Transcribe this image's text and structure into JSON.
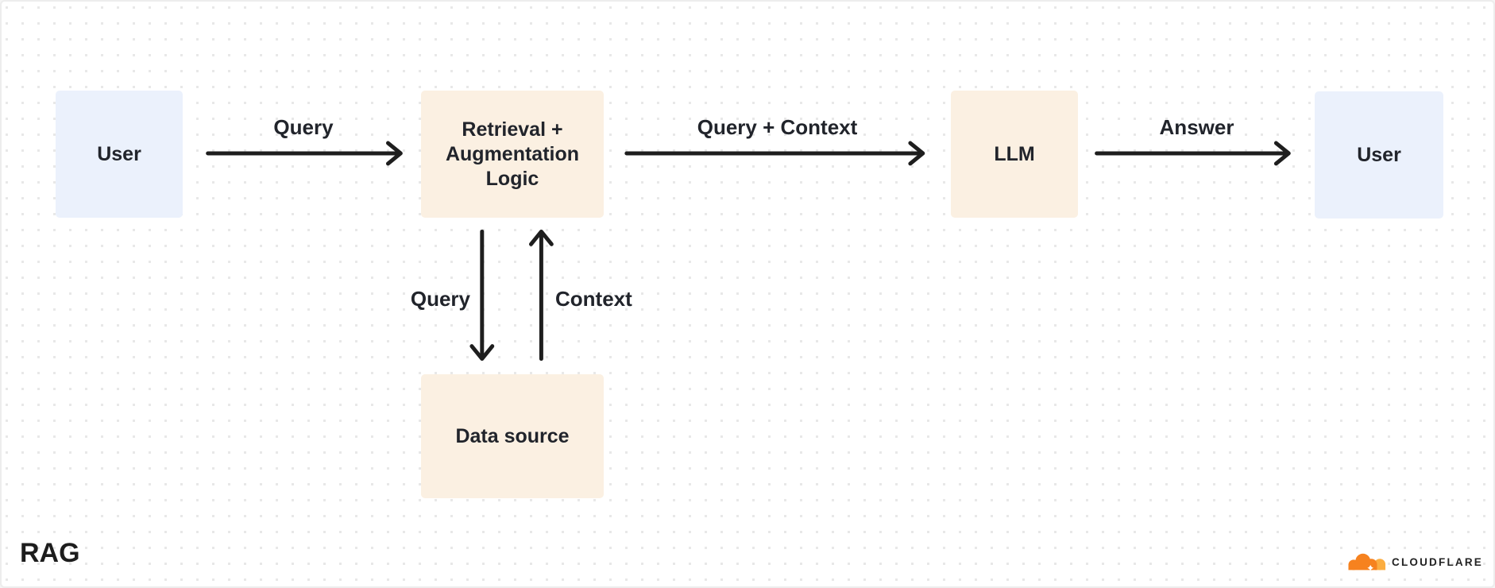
{
  "canvas": {
    "bg": "#ffffff",
    "dot_color": "#e8e8e8"
  },
  "diagram": {
    "title": "RAG",
    "nodes": [
      {
        "id": "user-left",
        "label": "User",
        "fill": "blue"
      },
      {
        "id": "retrieval-augmentation-logic",
        "label": "Retrieval + Augmentation Logic",
        "fill": "orange"
      },
      {
        "id": "llm",
        "label": "LLM",
        "fill": "orange"
      },
      {
        "id": "user-right",
        "label": "User",
        "fill": "blue"
      },
      {
        "id": "data-source",
        "label": "Data source",
        "fill": "orange"
      }
    ],
    "edges": [
      {
        "id": "user-to-retrieval",
        "from": "user-left",
        "to": "retrieval-augmentation-logic",
        "label": "Query"
      },
      {
        "id": "retrieval-to-llm",
        "from": "retrieval-augmentation-logic",
        "to": "llm",
        "label": "Query + Context"
      },
      {
        "id": "llm-to-user",
        "from": "llm",
        "to": "user-right",
        "label": "Answer"
      },
      {
        "id": "retrieval-to-datasource",
        "from": "retrieval-augmentation-logic",
        "to": "data-source",
        "label": "Query"
      },
      {
        "id": "datasource-to-retrieval",
        "from": "data-source",
        "to": "retrieval-augmentation-logic",
        "label": "Context"
      }
    ],
    "colors": {
      "node_blue": "#EBF1FC",
      "node_orange": "#FBF0E2",
      "arrow": "#1E1E1E",
      "text": "#21242B"
    }
  },
  "footer": {
    "label": "RAG",
    "brand": "CLOUDFLARE",
    "brand_colors": {
      "cloud": "#F6821F",
      "cloud_light": "#FBAD41",
      "brand_text": "#222222"
    }
  }
}
